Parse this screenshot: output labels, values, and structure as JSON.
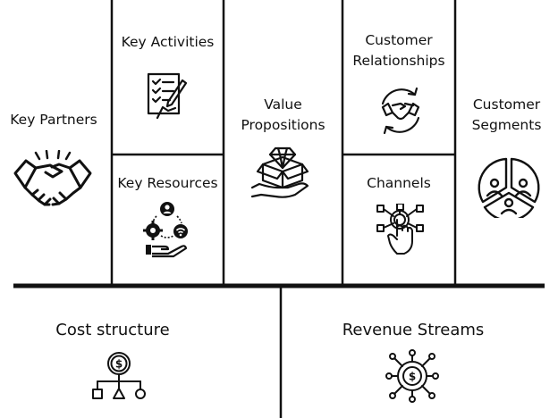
{
  "canvas": {
    "key_partners": {
      "title": "Key Partners",
      "icon": "handshake-icon"
    },
    "key_activities": {
      "title": "Key Activities",
      "icon": "checklist-icon"
    },
    "key_resources": {
      "title": "Key Resources",
      "icon": "resources-icon"
    },
    "value_propositions": {
      "title_line1": "Value",
      "title_line2": "Propositions",
      "icon": "gift-box-diamond-icon"
    },
    "customer_relationships": {
      "title_line1": "Customer",
      "title_line2": "Relationships",
      "icon": "handshake-cycle-icon"
    },
    "channels": {
      "title": "Channels",
      "icon": "touch-network-icon"
    },
    "customer_segments": {
      "title_line1": "Customer",
      "title_line2": "Segments",
      "icon": "segments-pie-icon"
    },
    "cost_structure": {
      "title": "Cost structure",
      "icon": "cost-hierarchy-icon"
    },
    "revenue_streams": {
      "title": "Revenue Streams",
      "icon": "revenue-network-icon"
    }
  }
}
